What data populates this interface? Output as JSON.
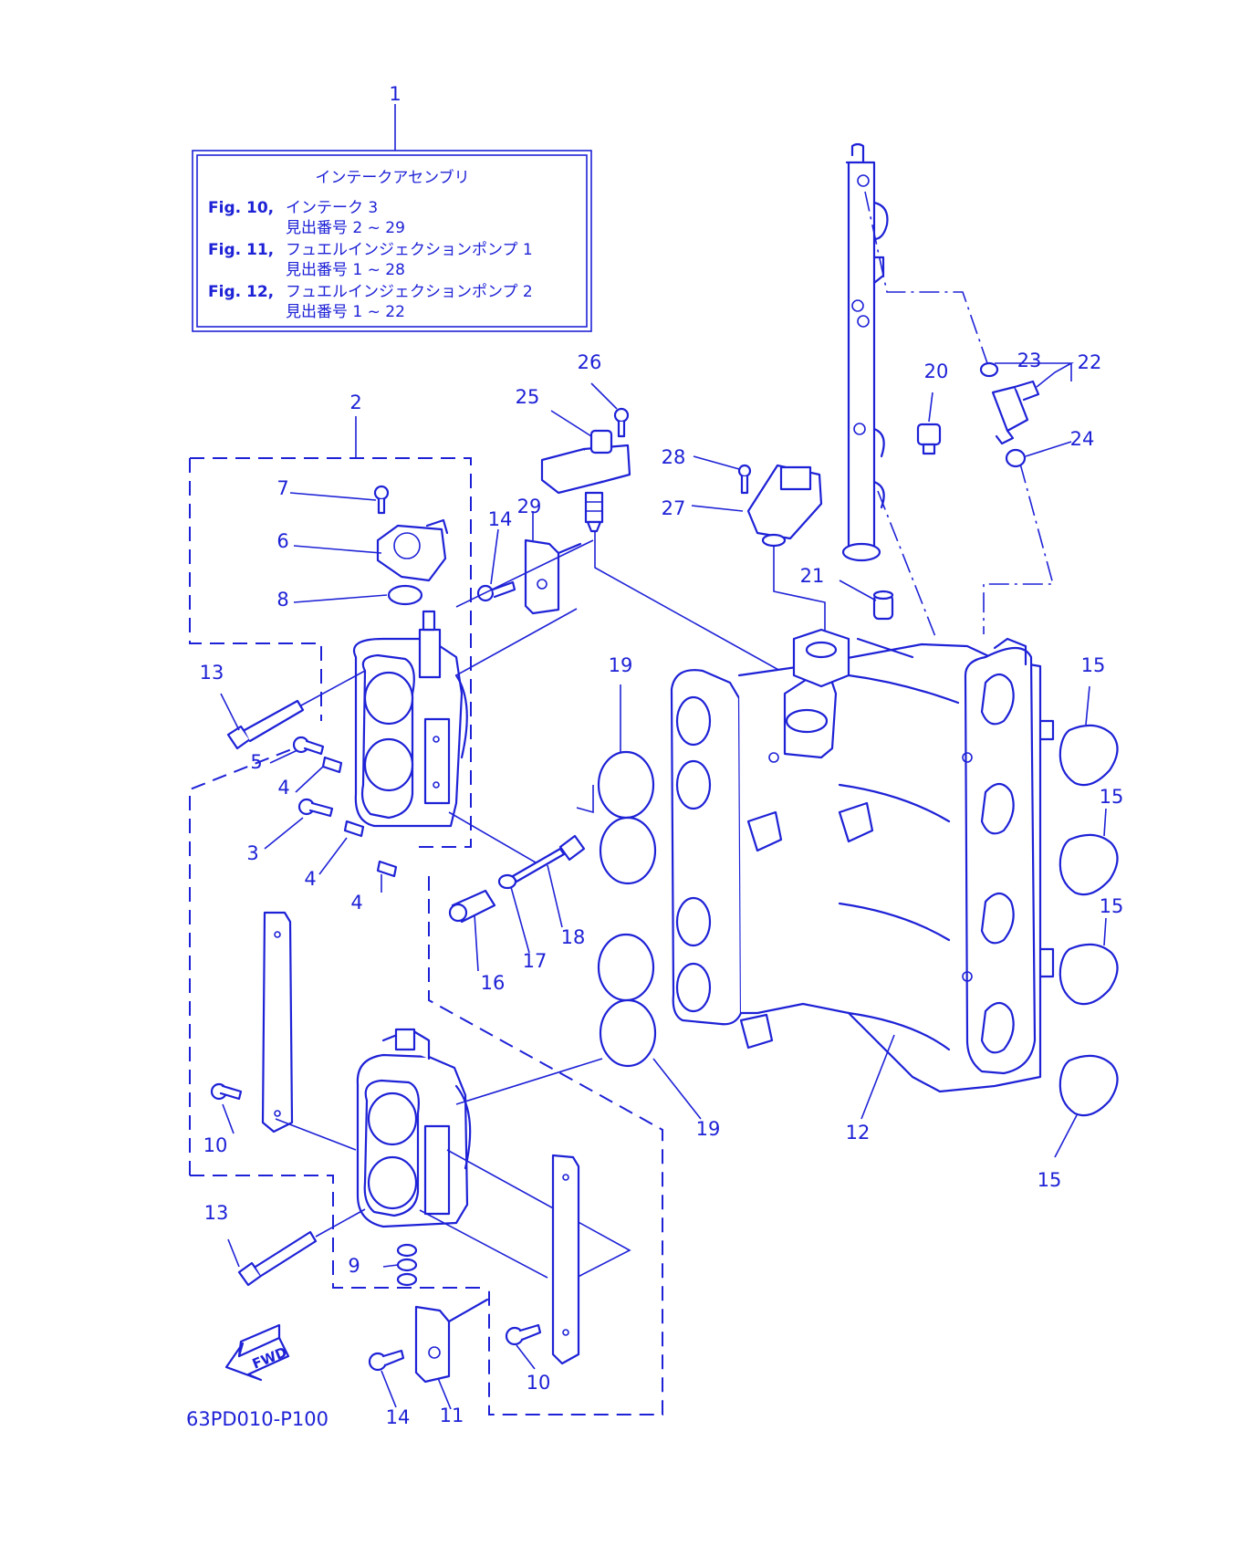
{
  "title_box": {
    "heading": "インテークアセンブリ",
    "rows": [
      {
        "fig": "Fig. 10,",
        "name": "インテーク 3",
        "range": "見出番号 2 ~ 29"
      },
      {
        "fig": "Fig. 11,",
        "name": "フュエルインジェクションポンプ 1",
        "range": "見出番号 1 ~ 28"
      },
      {
        "fig": "Fig. 12,",
        "name": "フュエルインジェクションポンプ 2",
        "range": "見出番号 1 ~ 22"
      }
    ]
  },
  "callouts": {
    "c1": "1",
    "c2": "2",
    "c3": "3",
    "c4a": "4",
    "c4b": "4",
    "c4c": "4",
    "c5": "5",
    "c6": "6",
    "c7": "7",
    "c8": "8",
    "c9": "9",
    "c10a": "10",
    "c10b": "10",
    "c11": "11",
    "c12": "12",
    "c13a": "13",
    "c13b": "13",
    "c14a": "14",
    "c14b": "14",
    "c15a": "15",
    "c15b": "15",
    "c15c": "15",
    "c15d": "15",
    "c16": "16",
    "c17": "17",
    "c18": "18",
    "c19a": "19",
    "c19b": "19",
    "c20": "20",
    "c21": "21",
    "c22": "22",
    "c23": "23",
    "c24": "24",
    "c25": "25",
    "c26": "26",
    "c27": "27",
    "c28": "28",
    "c29": "29"
  },
  "fwd_label": "FWD",
  "diagram_code": "63PD010-P100",
  "colors": {
    "line": "#1e22d6",
    "background": "#ffffff"
  }
}
